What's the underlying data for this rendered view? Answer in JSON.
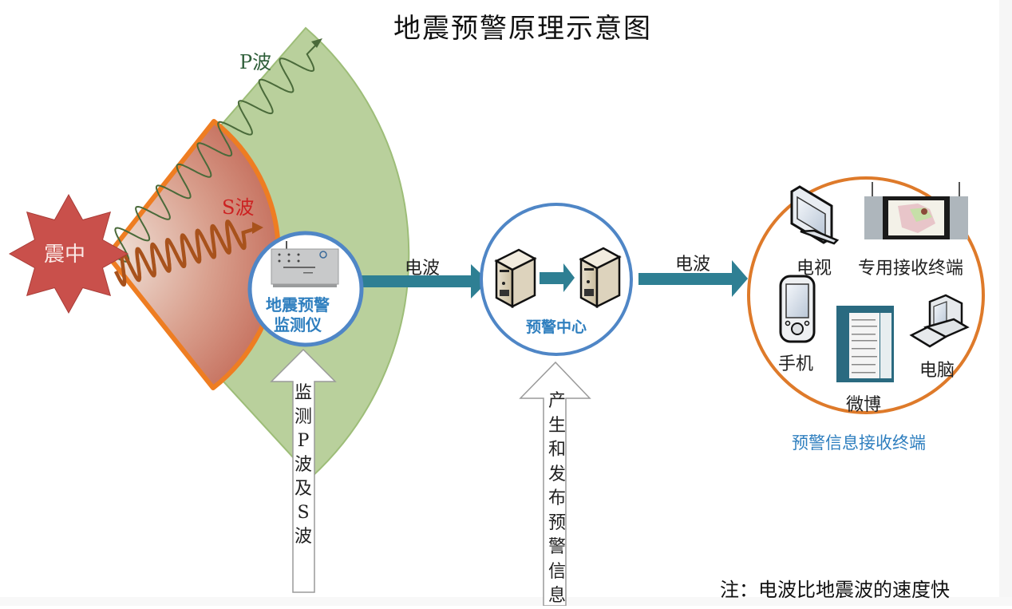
{
  "title": "地震预警原理示意图",
  "epicenter": {
    "label": "震中",
    "color": "#c9504b"
  },
  "waves": {
    "p_wave": {
      "label": "P波",
      "color": "#4a6a3a",
      "zone_color": "#b9d09c"
    },
    "s_wave": {
      "label": "S波",
      "color": "#a8521c",
      "zone_color": "#d08a76",
      "border_color": "#ee7d22"
    }
  },
  "monitor": {
    "label_line1": "地震预警",
    "label_line2": "监测仪",
    "arrow_text": [
      "监",
      "测",
      "P",
      "波",
      "及",
      "S",
      "波"
    ]
  },
  "radio_wave_1": {
    "label": "电波"
  },
  "warning_center": {
    "label": "预警中心",
    "arrow_text": [
      "产",
      "生",
      "和",
      "发",
      "布",
      "预",
      "警",
      "信",
      "息"
    ]
  },
  "radio_wave_2": {
    "label": "电波"
  },
  "receivers": {
    "title": "预警信息接收终端",
    "devices": [
      {
        "label": "电视",
        "icon": "tv-icon"
      },
      {
        "label": "专用接收终端",
        "icon": "dedicated-terminal-icon"
      },
      {
        "label": "手机",
        "icon": "mobile-phone-icon"
      },
      {
        "label": "微博",
        "icon": "weibo-page-icon"
      },
      {
        "label": "电脑",
        "icon": "desktop-computer-icon"
      }
    ]
  },
  "note": "注：电波比地震波的速度快",
  "colors": {
    "arrow_teal": "#2e7f93",
    "circle_blue": "#4f86c6",
    "receiver_ring": "#de7a2a",
    "label_blue": "#2f7fbf"
  }
}
